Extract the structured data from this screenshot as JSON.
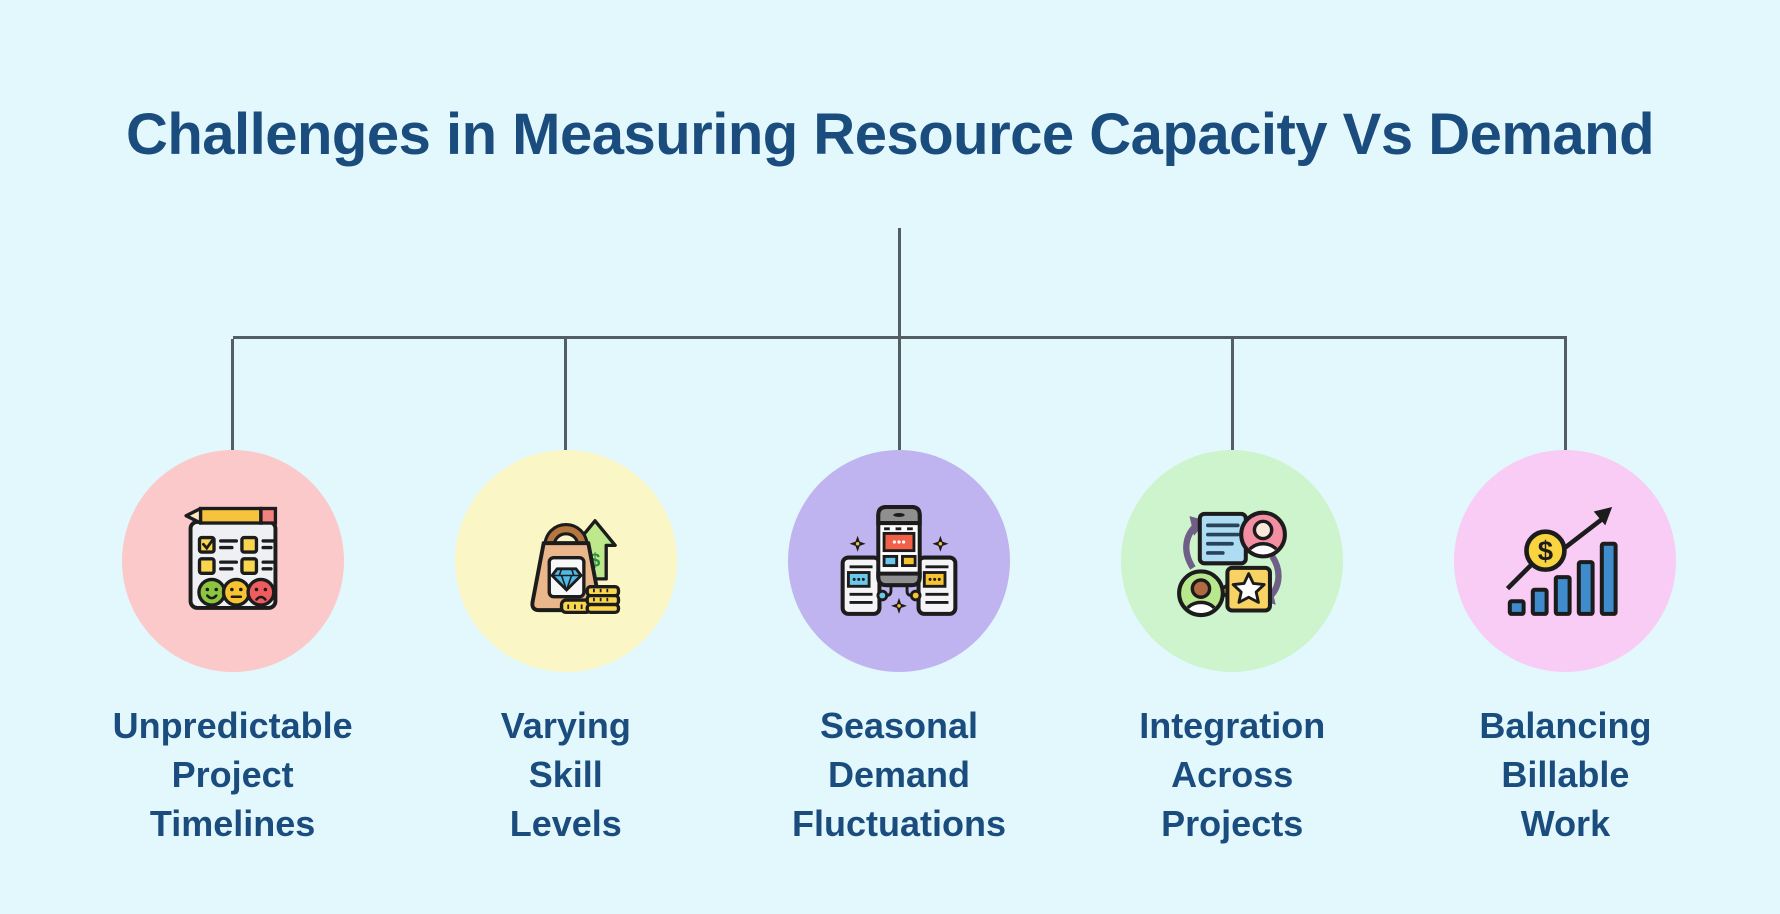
{
  "title": "Challenges in Measuring Resource Capacity Vs Demand",
  "colors": {
    "background": "#E2F8FC",
    "title_text": "#1B4C7E",
    "label_text": "#1B4C7E",
    "connector": "#525E64"
  },
  "items": [
    {
      "label": "Unpredictable\nProject\nTimelines",
      "icon": "survey-feedback-icon",
      "circle_color": "#FBC9C9"
    },
    {
      "label": "Varying\nSkill\nLevels",
      "icon": "shopping-bag-value-icon",
      "circle_color": "#FAF6C5"
    },
    {
      "label": "Seasonal\nDemand\nFluctuations",
      "icon": "connected-devices-icon",
      "circle_color": "#BFB4F0"
    },
    {
      "label": "Integration\nAcross\nProjects",
      "icon": "people-collaboration-icon",
      "circle_color": "#CDF4CD"
    },
    {
      "label": "Balancing\nBillable\nWork",
      "icon": "growth-chart-icon",
      "circle_color": "#F8CCF4"
    }
  ]
}
